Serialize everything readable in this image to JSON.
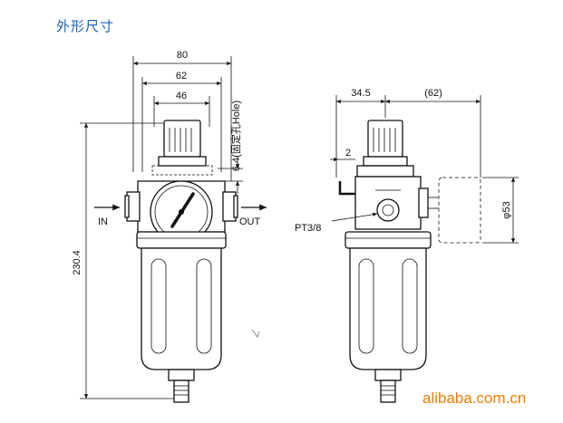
{
  "title": "外形尺寸",
  "front_view": {
    "dimensions": {
      "width_80": "80",
      "width_62": "62",
      "width_46": "46",
      "height": "230.4",
      "hole": "6.4(固定孔Hole)"
    },
    "labels": {
      "inlet": "IN",
      "outlet": "OUT"
    }
  },
  "side_view": {
    "dimensions": {
      "offset": "34.5",
      "gauge_offset": "(62)",
      "bracket": "2",
      "gauge_diameter": "φ53"
    },
    "labels": {
      "port": "PT3/8"
    }
  },
  "watermark": "alibaba.com.cn"
}
